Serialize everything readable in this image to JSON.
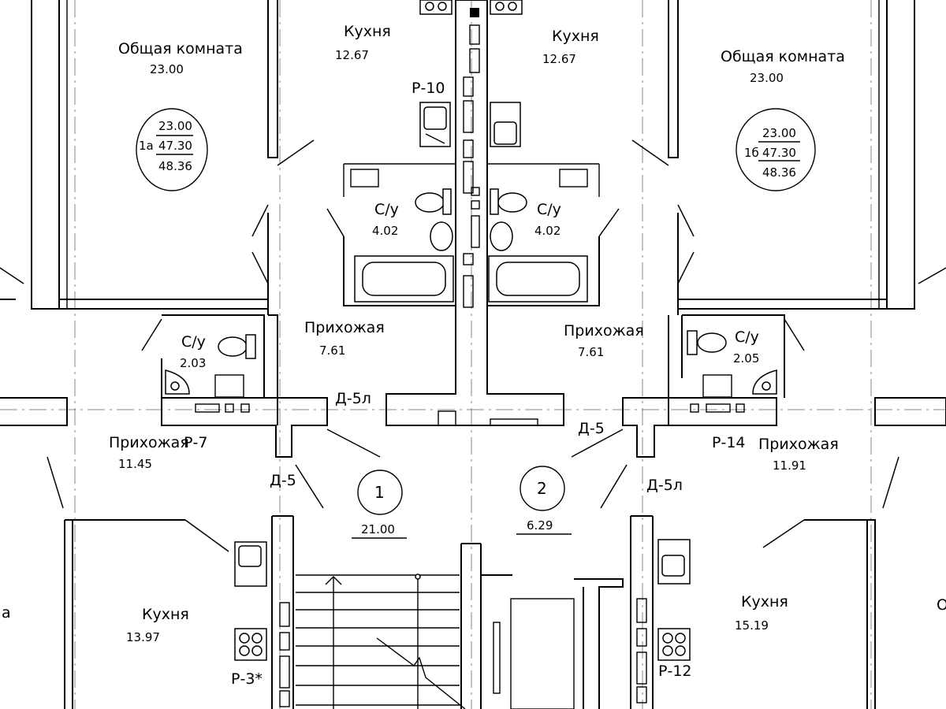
{
  "rooms": {
    "living_left": {
      "name": "Общая комната",
      "area": "23.00"
    },
    "living_right": {
      "name": "Общая комната",
      "area": "23.00"
    },
    "kitchen_top_left": {
      "name": "Кухня",
      "area": "12.67"
    },
    "kitchen_top_right": {
      "name": "Кухня",
      "area": "12.67"
    },
    "bath_top_left": {
      "name": "С/у",
      "area": "4.02"
    },
    "bath_top_right": {
      "name": "С/у",
      "area": "4.02"
    },
    "hall_top_left": {
      "name": "Прихожая",
      "area": "7.61"
    },
    "hall_top_right": {
      "name": "Прихожая",
      "area": "7.61"
    },
    "wc_left": {
      "name": "С/у",
      "area": "2.03"
    },
    "wc_right": {
      "name": "С/у",
      "area": "2.05"
    },
    "hall_left": {
      "name": "Прихожая",
      "area": "11.45"
    },
    "hall_right": {
      "name": "Прихожая",
      "area": "11.91"
    },
    "kitchen_bottom_left": {
      "name": "Кухня",
      "area": "13.97"
    },
    "kitchen_bottom_right": {
      "name": "Кухня",
      "area": "15.19"
    },
    "edge_left": {
      "name": "а"
    },
    "edge_right": {
      "name": "О"
    }
  },
  "apartment_tags": {
    "left": {
      "living": "23.00",
      "id": "1а",
      "useful": "47.30",
      "total": "48.36"
    },
    "right": {
      "living": "23.00",
      "id": "1б",
      "useful": "47.30",
      "total": "48.36"
    }
  },
  "corridor_markers": [
    {
      "number": "1",
      "area": "21.00"
    },
    {
      "number": "2",
      "area": "6.29"
    }
  ],
  "marks": {
    "riser_top": "Р-10",
    "riser_left_hall": "Р-7",
    "riser_right_hall": "Р-14",
    "riser_bottom_left": "Р-3*",
    "riser_bottom_right": "Р-12",
    "door_d5l_top": "Д-5л",
    "door_d5_right": "Д-5",
    "door_d5_left": "Д-5",
    "door_d5l_right": "Д-5л"
  }
}
